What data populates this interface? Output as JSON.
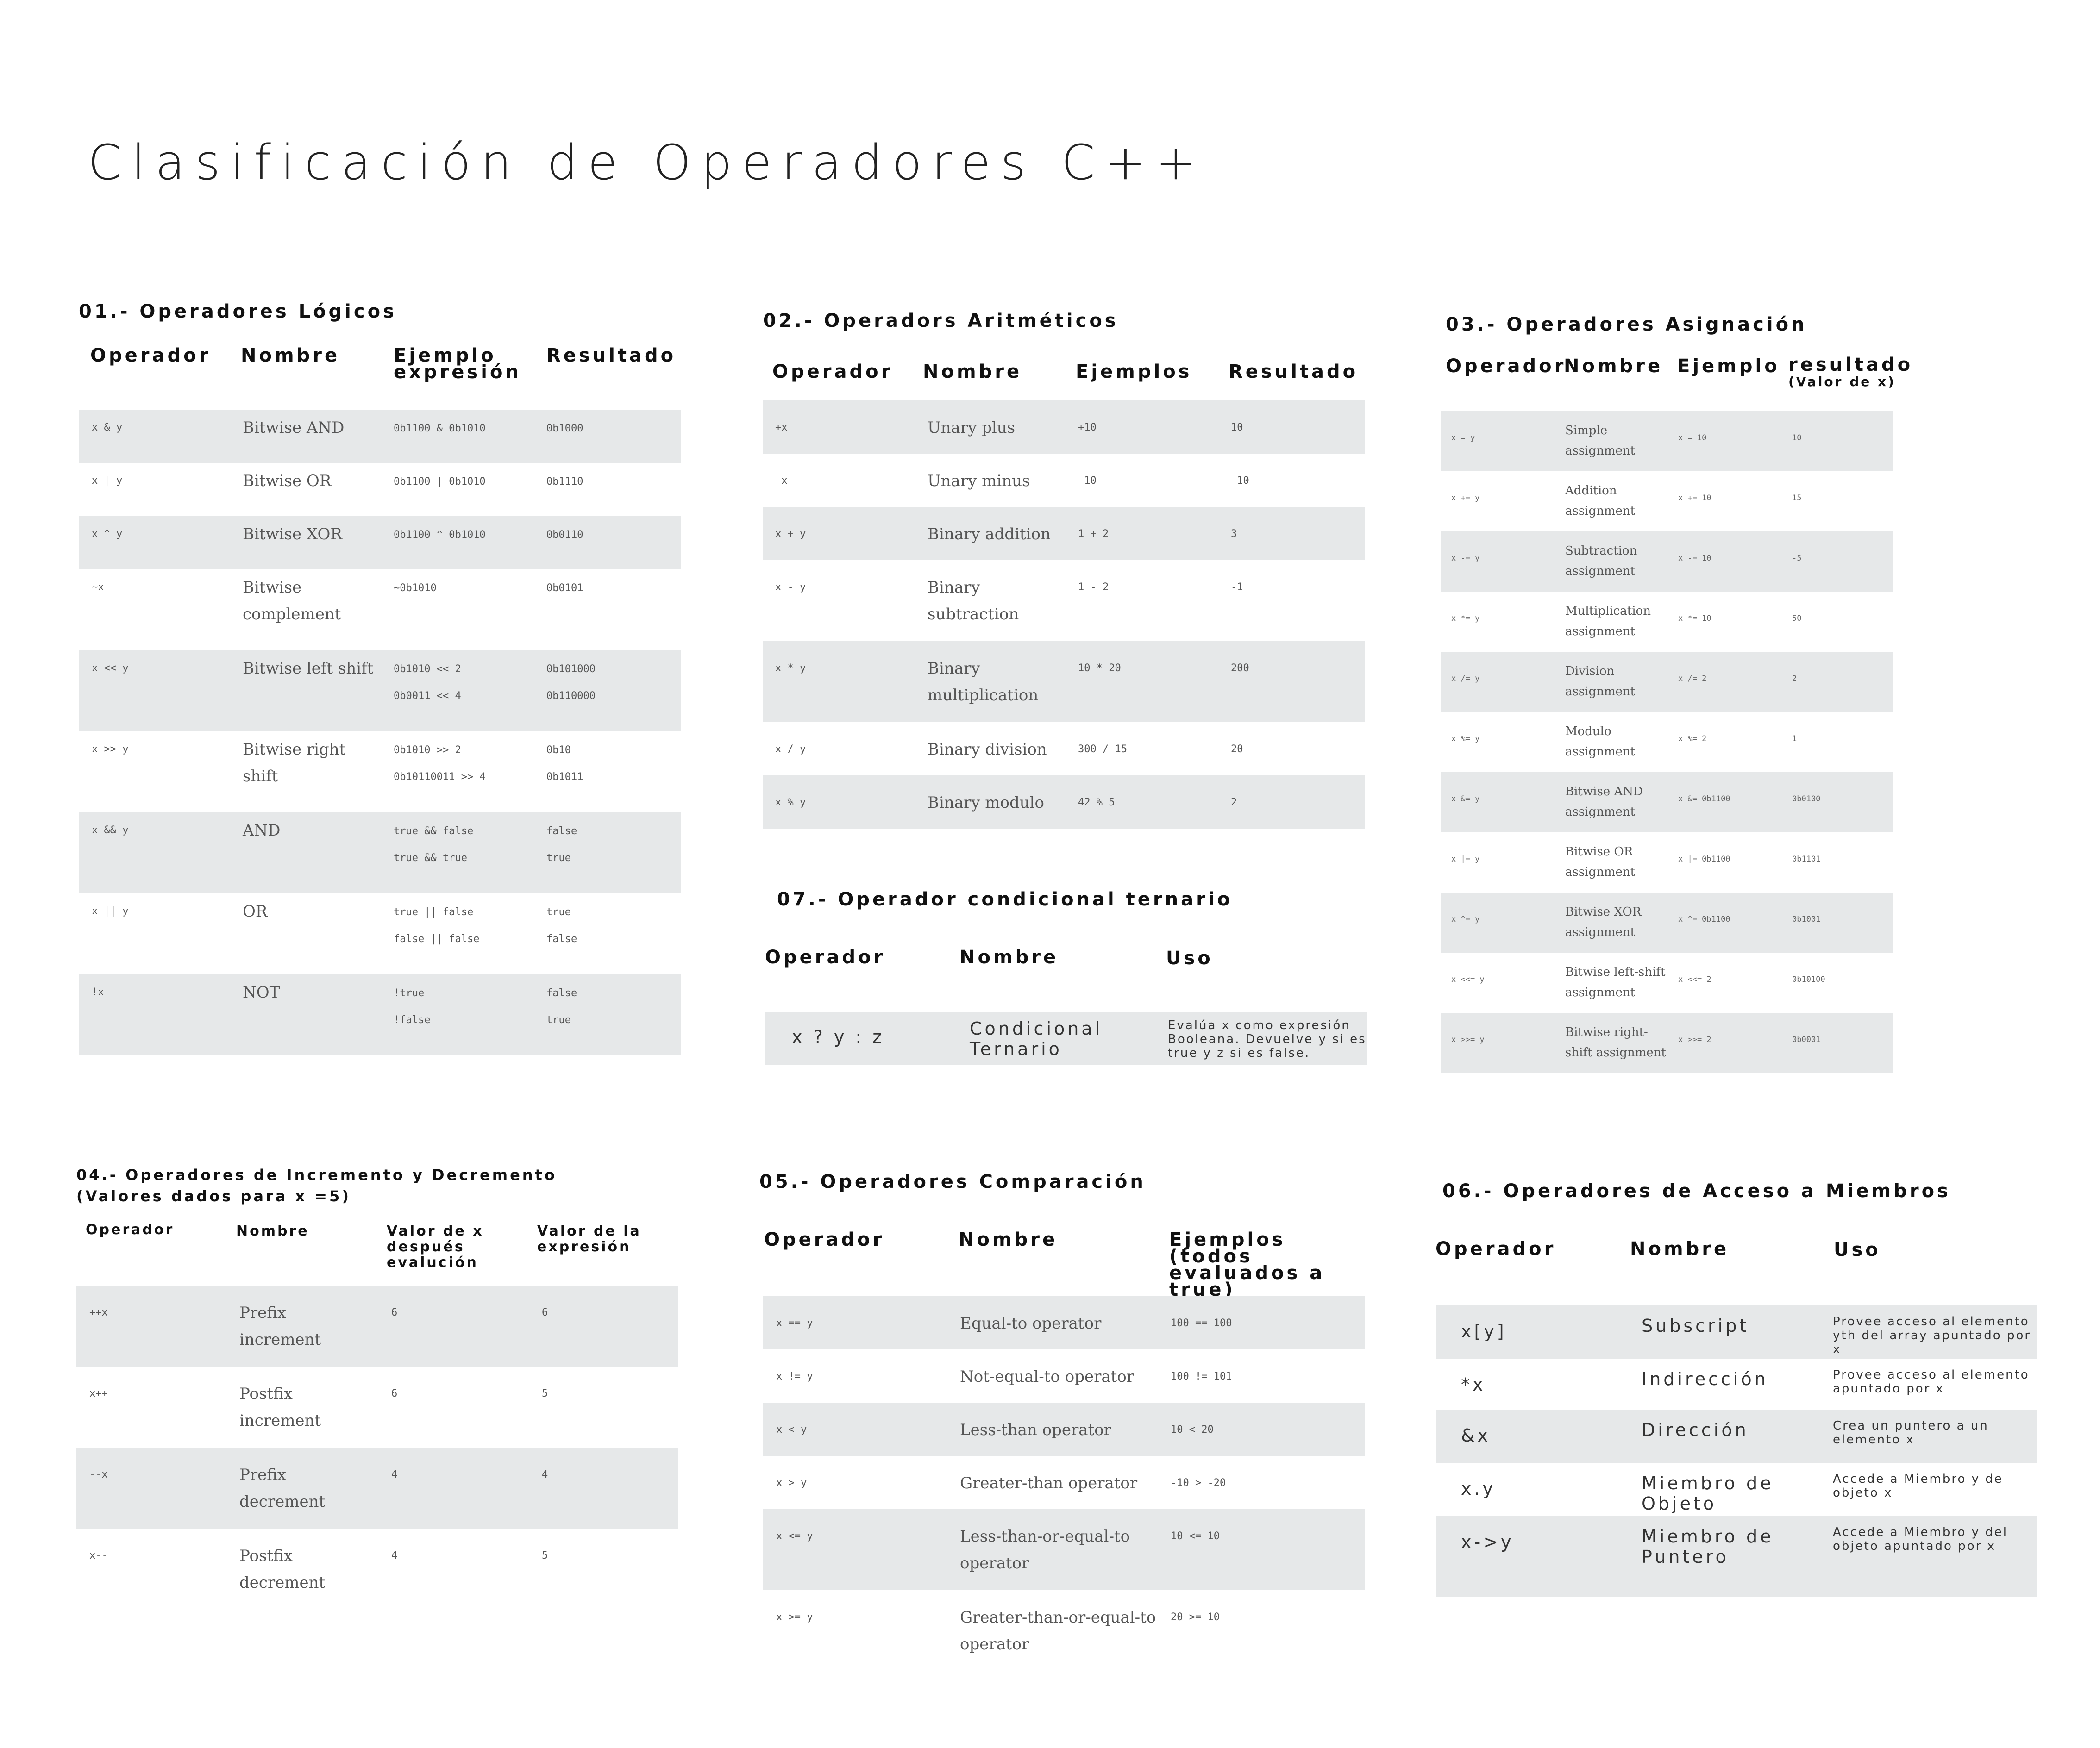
{
  "title": "Clasificación de Operadores C++",
  "s1": {
    "title": "01.- Operadores Lógicos",
    "headers": [
      "Operador",
      "Nombre",
      "Ejemplo\nexpresión",
      "Resultado"
    ],
    "rows": [
      [
        "x & y",
        "Bitwise AND",
        "0b1100 & 0b1010",
        "0b1000"
      ],
      [
        "x | y",
        "Bitwise OR",
        "0b1100 | 0b1010",
        "0b1110"
      ],
      [
        "x ^ y",
        "Bitwise XOR",
        "0b1100 ^ 0b1010",
        "0b0110"
      ],
      [
        "~x",
        "Bitwise\ncomplement",
        "~0b1010",
        "0b0101"
      ],
      [
        "x << y",
        "Bitwise left shift",
        "0b1010 << 2\n0b0011 << 4",
        "0b101000\n0b110000"
      ],
      [
        "x >> y",
        "Bitwise right\nshift",
        "0b1010 >> 2\n0b10110011 >> 4",
        "0b10\n0b1011"
      ],
      [
        "x && y",
        "AND",
        "true && false\ntrue && true",
        "false\ntrue"
      ],
      [
        "x || y",
        "OR",
        "true || false\nfalse || false",
        "true\nfalse"
      ],
      [
        "!x",
        "NOT",
        "!true\n!false",
        "false\ntrue"
      ]
    ]
  },
  "s2": {
    "title": "02.- Operadors Aritméticos",
    "headers": [
      "Operador",
      "Nombre",
      "Ejemplos",
      "Resultado"
    ],
    "rows": [
      [
        "+x",
        "Unary plus",
        "+10",
        "10"
      ],
      [
        "-x",
        "Unary minus",
        "-10",
        "-10"
      ],
      [
        "x + y",
        "Binary addition",
        "1 + 2",
        "3"
      ],
      [
        "x - y",
        "Binary\nsubtraction",
        "1 - 2",
        "-1"
      ],
      [
        "x * y",
        "Binary\nmultiplication",
        "10 * 20",
        "200"
      ],
      [
        "x / y",
        "Binary division",
        "300 / 15",
        "20"
      ],
      [
        "x % y",
        "Binary modulo",
        "42 % 5",
        "2"
      ]
    ]
  },
  "s3": {
    "title": "03.- Operadores Asignación",
    "headers": [
      "Operador",
      "Nombre",
      "Ejemplo",
      "resultado"
    ],
    "header_sub": "(Valor de x)",
    "rows": [
      [
        "x = y",
        "Simple\nassignment",
        "x = 10",
        "10"
      ],
      [
        "x += y",
        "Addition\nassignment",
        "x += 10",
        "15"
      ],
      [
        "x -= y",
        "Subtraction\nassignment",
        "x -= 10",
        "-5"
      ],
      [
        "x *= y",
        "Multiplication\nassignment",
        "x *= 10",
        "50"
      ],
      [
        "x /= y",
        "Division\nassignment",
        "x /= 2",
        "2"
      ],
      [
        "x %= y",
        "Modulo\nassignment",
        "x %= 2",
        "1"
      ],
      [
        "x &= y",
        "Bitwise AND\nassignment",
        "x &= 0b1100",
        "0b0100"
      ],
      [
        "x |= y",
        "Bitwise OR\nassignment",
        "x |= 0b1100",
        "0b1101"
      ],
      [
        "x ^= y",
        "Bitwise XOR\nassignment",
        "x ^= 0b1100",
        "0b1001"
      ],
      [
        "x <<= y",
        "Bitwise left-shift\nassignment",
        "x <<= 2",
        "0b10100"
      ],
      [
        "x >>= y",
        "Bitwise right-\nshift assignment",
        "x >>= 2",
        "0b0001"
      ]
    ]
  },
  "s4": {
    "title": "04.- Operadores de Incremento y Decremento",
    "subtitle": "(Valores dados para x =5)",
    "headers": [
      "Operador",
      "Nombre",
      "Valor de x\ndespués\nevalución",
      "Valor de la\nexpresión"
    ],
    "rows": [
      [
        "++x",
        "Prefix\nincrement",
        "6",
        "6"
      ],
      [
        "x++",
        "Postfix\nincrement",
        "6",
        "5"
      ],
      [
        "--x",
        "Prefix\ndecrement",
        "4",
        "4"
      ],
      [
        "x--",
        "Postfix\ndecrement",
        "4",
        "5"
      ]
    ]
  },
  "s5": {
    "title": "05.- Operadores Comparación",
    "headers": [
      "Operador",
      "Nombre",
      "Ejemplos (todos\nevaluados a true)"
    ],
    "rows": [
      [
        "x == y",
        "Equal-to operator",
        "100 == 100"
      ],
      [
        "x != y",
        "Not-equal-to operator",
        "100 != 101"
      ],
      [
        "x < y",
        "Less-than operator",
        "10 < 20"
      ],
      [
        "x > y",
        "Greater-than operator",
        "-10 > -20"
      ],
      [
        "x <= y",
        "Less-than-or-equal-to\noperator",
        "10 <= 10"
      ],
      [
        "x >= y",
        "Greater-than-or-equal-to\noperator",
        "20 >= 10"
      ]
    ]
  },
  "s6": {
    "title": "06.- Operadores de Acceso a Miembros",
    "headers": [
      "Operador",
      "Nombre",
      "Uso"
    ],
    "rows": [
      [
        "x[y]",
        "Subscript",
        "Provee acceso al elemento\nyth del array apuntado por\nx"
      ],
      [
        "*x",
        "Indirección",
        "Provee acceso al elemento\napuntado por x"
      ],
      [
        "&x",
        "Dirección",
        "Crea un puntero a un\nelemento x"
      ],
      [
        "x.y",
        "Miembro de\nObjeto",
        "Accede a Miembro y de\nobjeto x"
      ],
      [
        "x->y",
        "Miembro de\nPuntero",
        "Accede a Miembro y del\nobjeto apuntado por x"
      ]
    ]
  },
  "s7": {
    "title": "07.- Operador condicional ternario",
    "headers": [
      "Operador",
      "Nombre",
      "Uso"
    ],
    "rows": [
      [
        "x ? y : z",
        "Condicional\nTernario",
        "Evalúa x como expresión\nBooleana. Devuelve y si es\ntrue y z si es false."
      ]
    ]
  }
}
